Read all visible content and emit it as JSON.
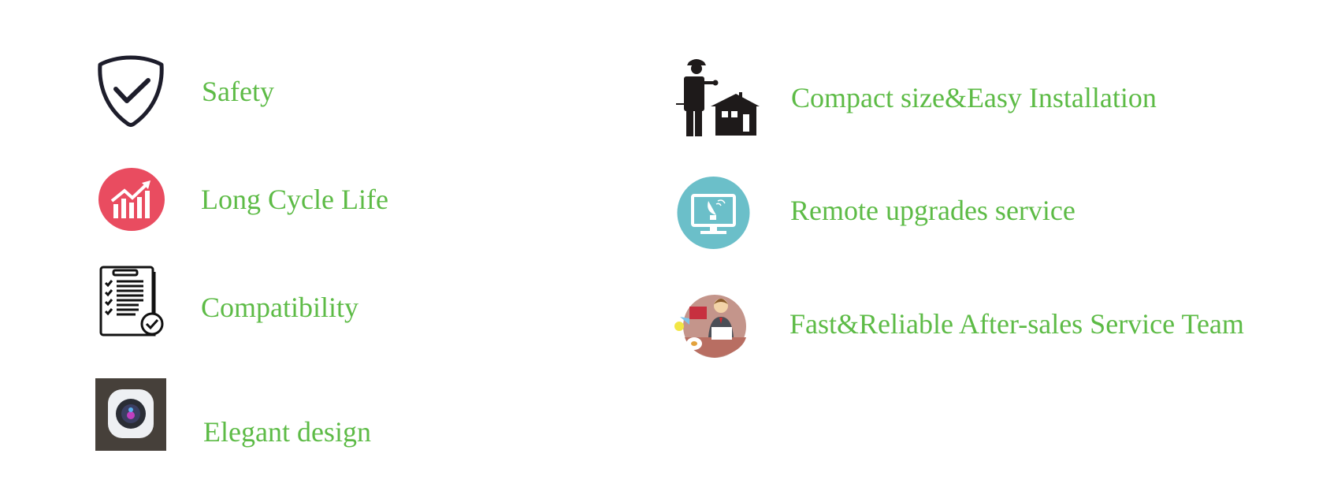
{
  "colors": {
    "text": "#5dbb46",
    "red": "#e94c60",
    "teal": "#6bbfc9"
  },
  "features_left": [
    {
      "label": "Safety",
      "icon": "shield-check-icon"
    },
    {
      "label": "Long Cycle Life",
      "icon": "growth-chart-icon"
    },
    {
      "label": "Compatibility",
      "icon": "checklist-icon"
    },
    {
      "label": "Elegant design",
      "icon": "camera-app-icon"
    }
  ],
  "features_right": [
    {
      "label": "Compact size&Easy Installation",
      "icon": "worker-house-icon"
    },
    {
      "label": "Remote upgrades service",
      "icon": "satellite-monitor-icon"
    },
    {
      "label": "Fast&Reliable After-sales Service Team",
      "icon": "support-agent-icon"
    }
  ]
}
